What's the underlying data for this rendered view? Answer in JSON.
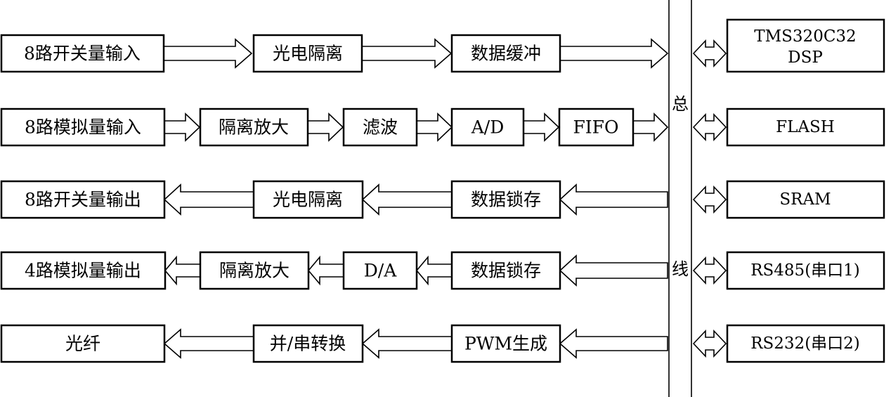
{
  "rows": [
    {
      "dir": "right",
      "boxes": [
        "8路开关量输入",
        "光电隔离",
        "数据缓冲"
      ]
    },
    {
      "dir": "right",
      "boxes": [
        "8路模拟量输入",
        "隔离放大",
        "滤波",
        "A/D",
        "FIFO"
      ]
    },
    {
      "dir": "left",
      "boxes": [
        "8路开关量输出",
        "光电隔离",
        "数据锁存"
      ]
    },
    {
      "dir": "left",
      "boxes": [
        "4路模拟量输出",
        "隔离放大",
        "D/A",
        "数据锁存"
      ]
    },
    {
      "dir": "left",
      "boxes": [
        "光纤",
        "并/串转换",
        "PWM生成"
      ]
    }
  ],
  "bus": {
    "label_top": "总",
    "label_bottom": "线"
  },
  "peripherals": [
    {
      "line1": "TMS320C32",
      "line2": "DSP"
    },
    {
      "line1": "FLASH"
    },
    {
      "line1": "SRAM"
    },
    {
      "line1": "RS485(串口1)"
    },
    {
      "line1": "RS232(串口2)"
    }
  ]
}
